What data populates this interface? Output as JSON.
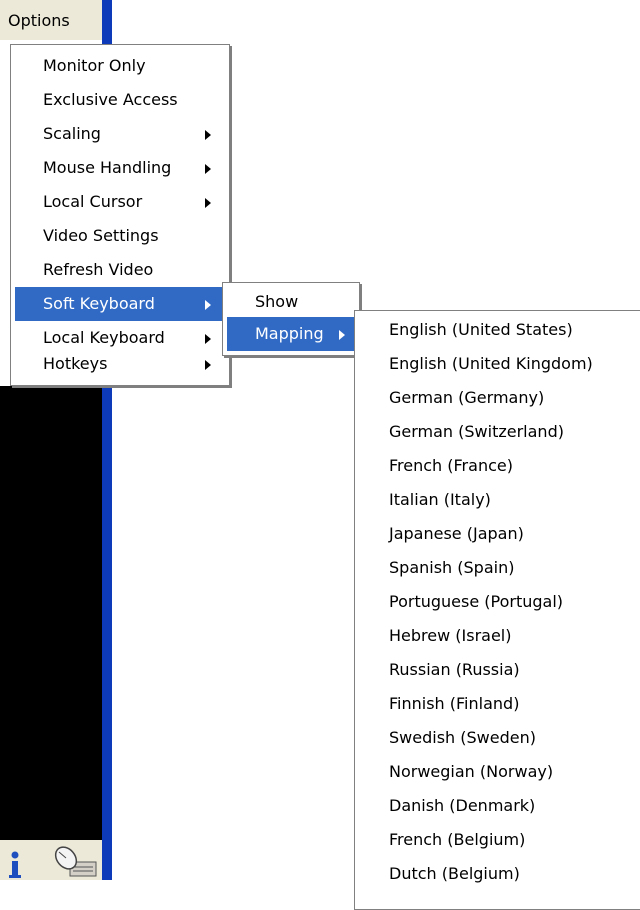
{
  "menubar": {
    "options_label": "Options"
  },
  "options_menu": {
    "items": [
      {
        "label": "Monitor Only",
        "submenu": false
      },
      {
        "label": "Exclusive Access",
        "submenu": false
      },
      {
        "label": "Scaling",
        "submenu": true
      },
      {
        "label": "Mouse Handling",
        "submenu": true
      },
      {
        "label": "Local Cursor",
        "submenu": true
      },
      {
        "label": "Video Settings",
        "submenu": false
      },
      {
        "label": "Refresh Video",
        "submenu": false
      },
      {
        "label": "Soft Keyboard",
        "submenu": true,
        "active": true
      },
      {
        "label": "Local Keyboard",
        "submenu": true
      },
      {
        "label": "Hotkeys",
        "submenu": true
      }
    ]
  },
  "soft_keyboard_menu": {
    "items": [
      {
        "label": "Show",
        "submenu": false
      },
      {
        "label": "Mapping",
        "submenu": true,
        "active": true
      }
    ]
  },
  "mapping_menu": {
    "items": [
      "English (United States)",
      "English (United Kingdom)",
      "German (Germany)",
      "German (Switzerland)",
      "French (France)",
      "Italian (Italy)",
      "Japanese (Japan)",
      "Spanish (Spain)",
      "Portuguese (Portugal)",
      "Hebrew (Israel)",
      "Russian (Russia)",
      "Finnish (Finland)",
      "Swedish (Sweden)",
      "Norwegian (Norway)",
      "Danish (Denmark)",
      "French (Belgium)",
      "Dutch (Belgium)"
    ]
  },
  "statusbar": {
    "icons": [
      "info-icon",
      "mouse-icon"
    ]
  },
  "colors": {
    "highlight": "#316ac5",
    "window_blue": "#0c3ab9",
    "menubar_bg": "#ece9d8"
  }
}
